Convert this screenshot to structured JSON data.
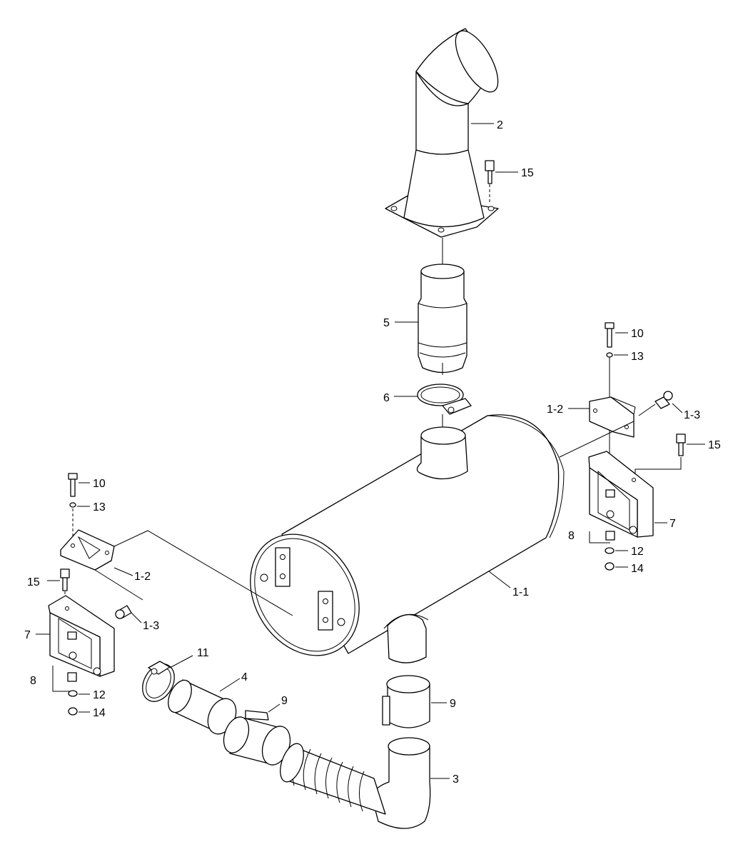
{
  "callouts": {
    "c2": "2",
    "c15a": "15",
    "c5": "5",
    "c6": "6",
    "c10r": "10",
    "c13r": "13",
    "c12r": "1-2",
    "c13rr": "1-3",
    "c15r": "15",
    "c7r": "7",
    "c8r": "8",
    "c12rr": "12",
    "c14r": "14",
    "c10l": "10",
    "c13l": "13",
    "c12l": "1-2",
    "c15l": "15",
    "c13ll": "1-3",
    "c7l": "7",
    "c8l": "8",
    "c12ll": "12",
    "c14l": "14",
    "c11": "1-1",
    "c11clamp": "11",
    "c4": "4",
    "c9a": "9",
    "c9b": "9",
    "c3": "3"
  }
}
